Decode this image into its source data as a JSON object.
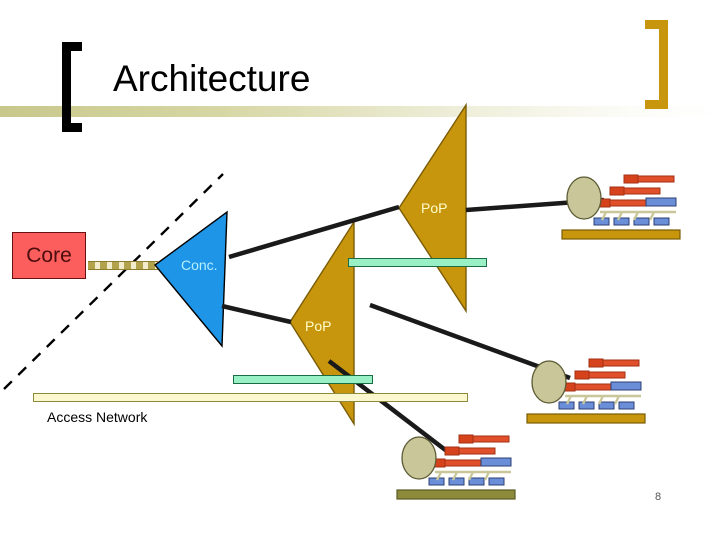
{
  "slide": {
    "title": "Architecture",
    "page_number": "8",
    "background_color": "#ffffff"
  },
  "decorations": {
    "bracket_left_color": "#000000",
    "bracket_right_color": "#c8960c",
    "title_rule_gradient_from": "#c8c88c",
    "title_rule_gradient_to": "#ffffff"
  },
  "diagram": {
    "core": {
      "label": "Core",
      "fill": "#fc5d5d",
      "stroke": "#6b1010",
      "text_color": "#4d0d0d"
    },
    "concentrator": {
      "label": "Conc.",
      "fill": "#1e95e6",
      "stroke": "#000000",
      "text_color": "#b6f0ff"
    },
    "pop_upper": {
      "label": "PoP",
      "fill": "#c8960c",
      "stroke": "#7a5c06",
      "text_color": "#ffffcc"
    },
    "pop_lower": {
      "label": "PoP",
      "fill": "#c8960c",
      "stroke": "#7a5c06",
      "text_color": "#ffffcc"
    },
    "access_network": {
      "label": "Access Network",
      "bar_fill": "#fbf7cf",
      "bar_stroke": "#8d8a3c"
    },
    "segment_bars": {
      "fill": "#99f0c4",
      "stroke": "#1b6b44",
      "count": 2
    },
    "links": {
      "trunk_color": "#1a1a1a",
      "core_link_color": "#b3a24c",
      "boundary_dash_color": "#000000"
    },
    "workstations": {
      "count": 3,
      "monitor_fill": "#c9c79a",
      "desk_fill": "#c8960c",
      "desk_fill_alt": "#8d8a3c",
      "key_fill": "#6a8fd8",
      "cable_fill": "#e0502a"
    }
  }
}
